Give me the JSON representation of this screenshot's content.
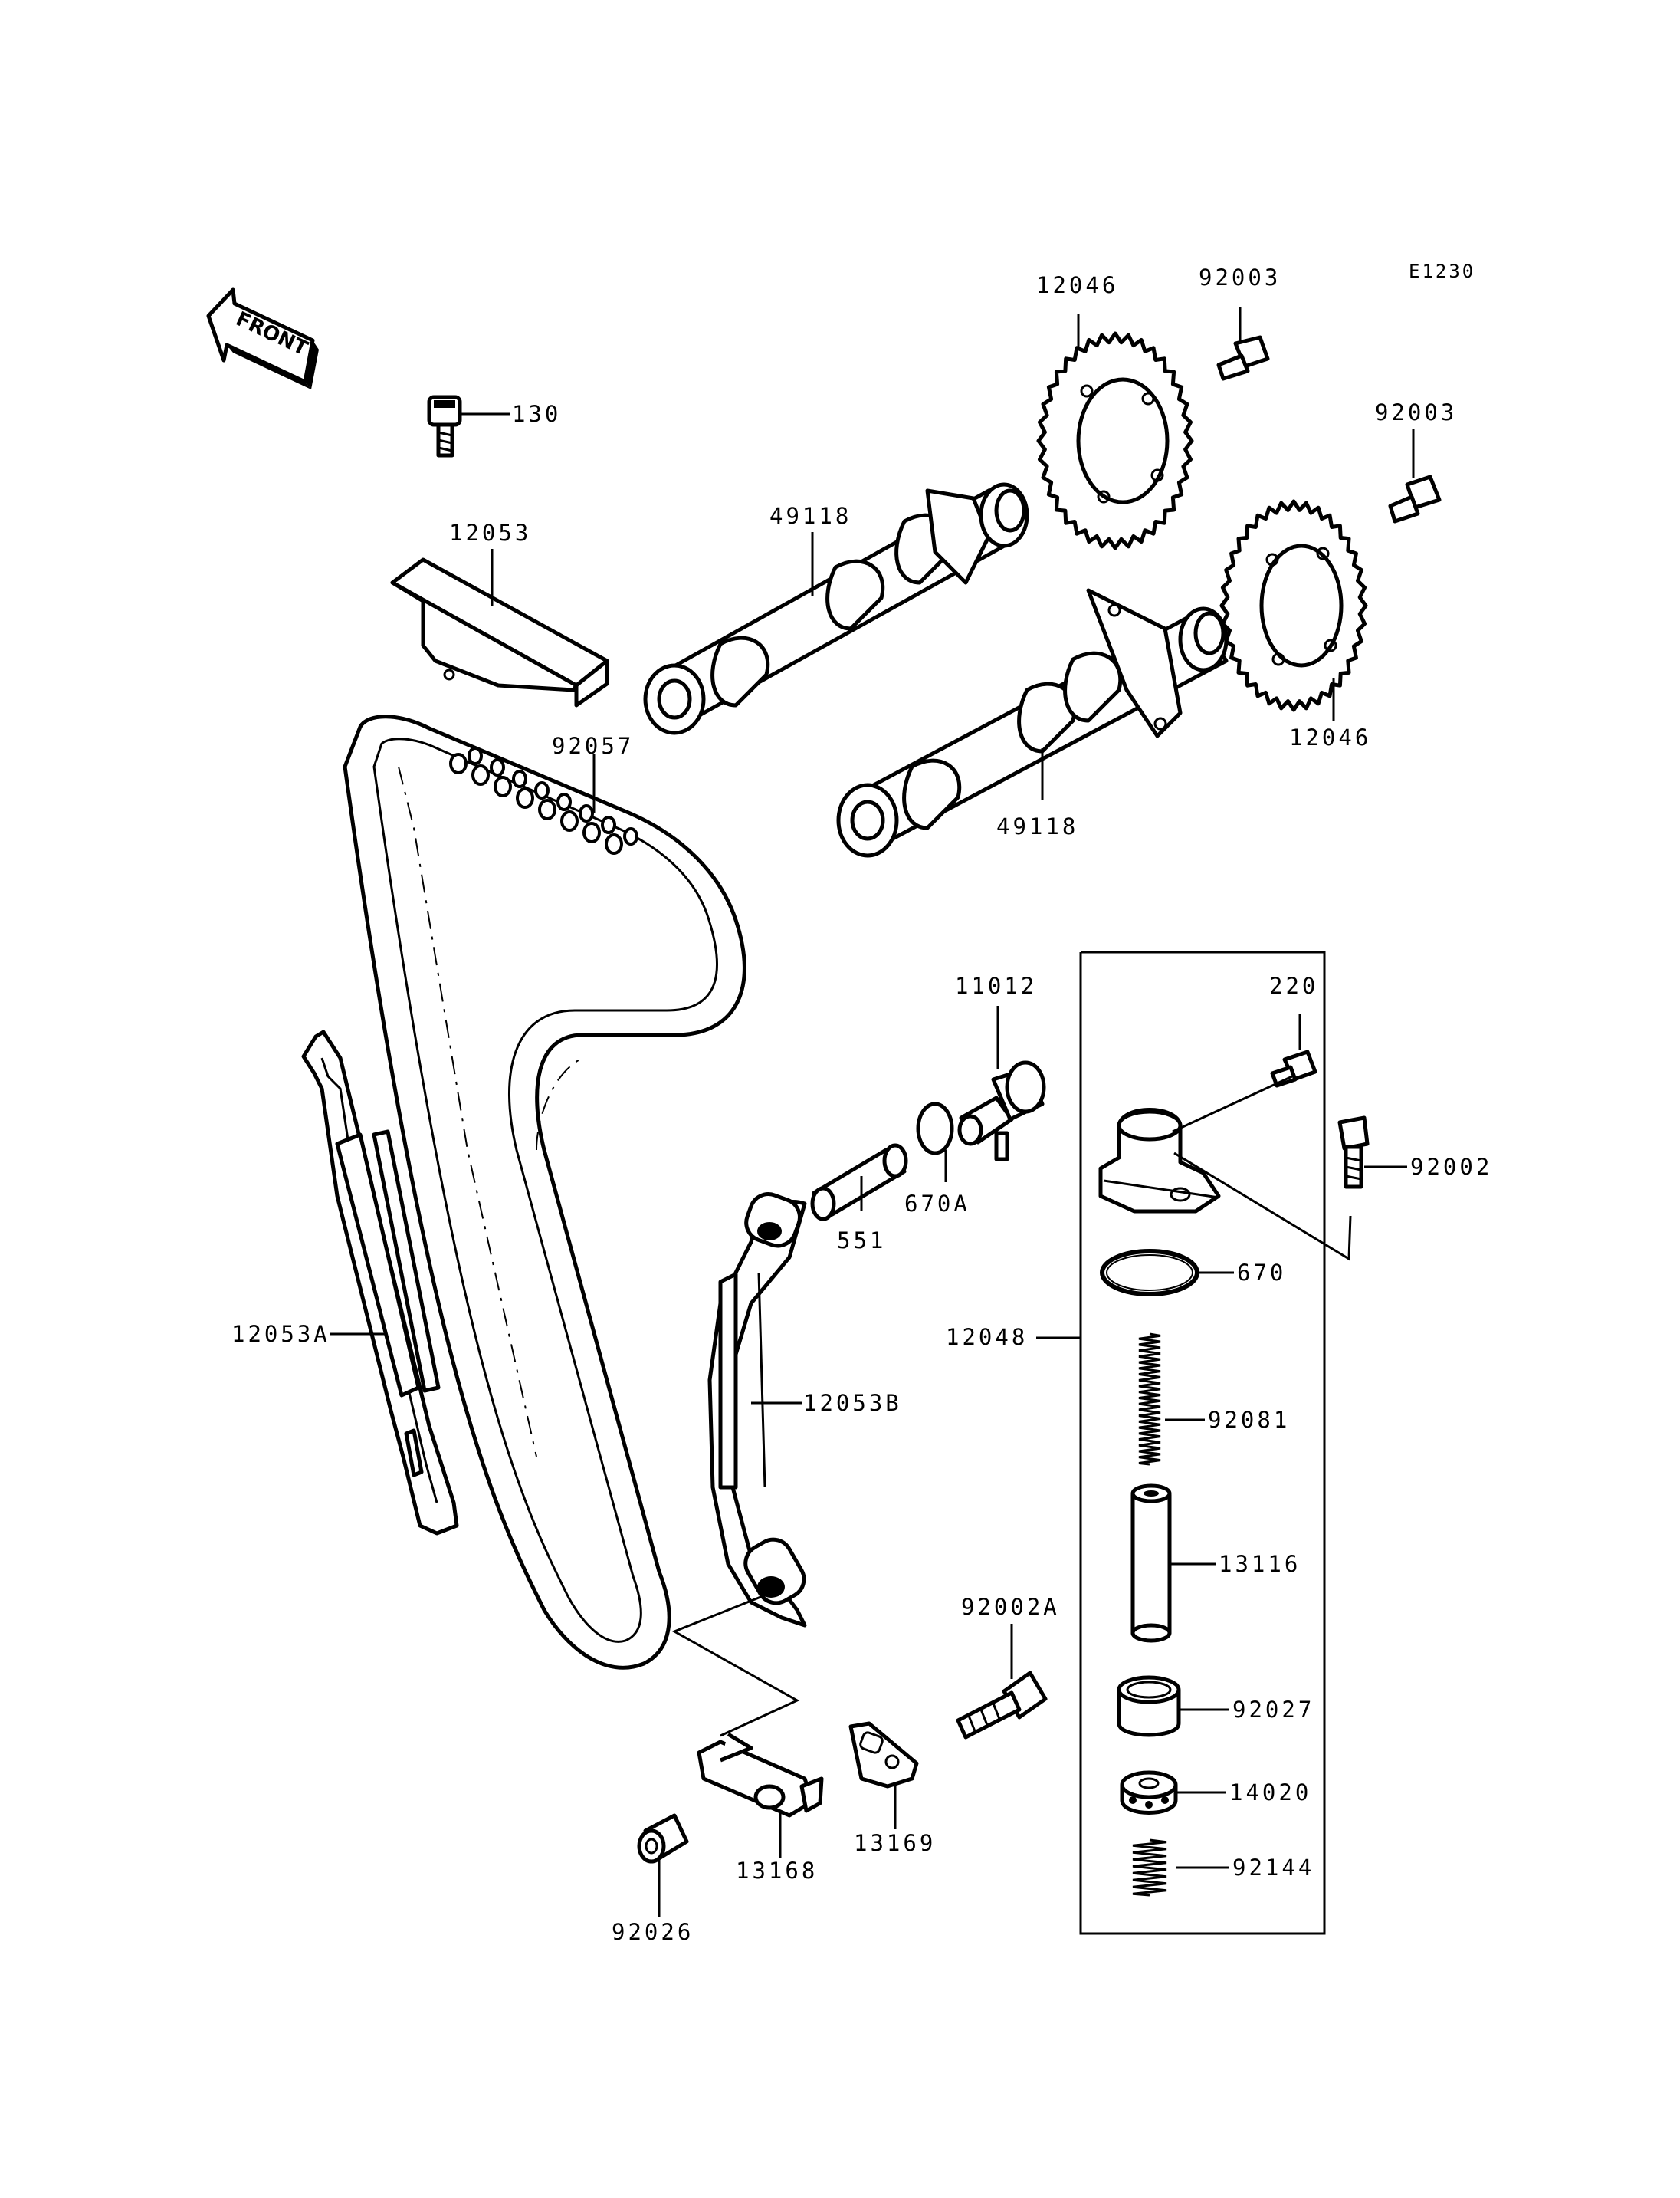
{
  "diagram": {
    "code": "E1230",
    "front_label": "FRONT",
    "labels": [
      {
        "id": "p130",
        "text": "130"
      },
      {
        "id": "p12053",
        "text": "12053"
      },
      {
        "id": "p49118a",
        "text": "49118"
      },
      {
        "id": "p12046a",
        "text": "12046"
      },
      {
        "id": "p92003a",
        "text": "92003"
      },
      {
        "id": "p92003b",
        "text": "92003"
      },
      {
        "id": "p12046b",
        "text": "12046"
      },
      {
        "id": "p49118b",
        "text": "49118"
      },
      {
        "id": "p92057",
        "text": "92057"
      },
      {
        "id": "p11012",
        "text": "11012"
      },
      {
        "id": "p220",
        "text": "220"
      },
      {
        "id": "p92002",
        "text": "92002"
      },
      {
        "id": "p670A",
        "text": "670A"
      },
      {
        "id": "p551",
        "text": "551"
      },
      {
        "id": "p670",
        "text": "670"
      },
      {
        "id": "p12048",
        "text": "12048"
      },
      {
        "id": "p12053A",
        "text": "12053A"
      },
      {
        "id": "p12053B",
        "text": "12053B"
      },
      {
        "id": "p92081",
        "text": "92081"
      },
      {
        "id": "p13116",
        "text": "13116"
      },
      {
        "id": "p92002A",
        "text": "92002A"
      },
      {
        "id": "p92027",
        "text": "92027"
      },
      {
        "id": "p14020",
        "text": "14020"
      },
      {
        "id": "p92144",
        "text": "92144"
      },
      {
        "id": "p13168",
        "text": "13168"
      },
      {
        "id": "p13169",
        "text": "13169"
      },
      {
        "id": "p92026",
        "text": "92026"
      }
    ]
  }
}
